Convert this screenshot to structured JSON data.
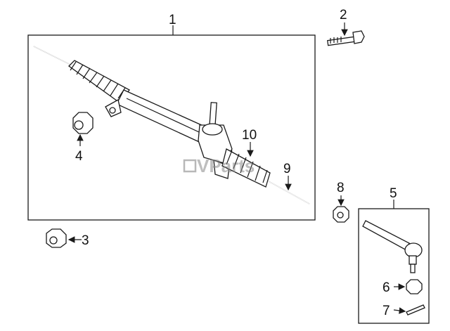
{
  "diagram": {
    "callouts": {
      "c1": "1",
      "c2": "2",
      "c3": "3",
      "c4": "4",
      "c5": "5",
      "c6": "6",
      "c7": "7",
      "c8": "8",
      "c9": "9",
      "c10": "10"
    },
    "watermark": "VParts",
    "colors": {
      "ink": "#1a1a1a",
      "watermark": "#888888"
    }
  }
}
